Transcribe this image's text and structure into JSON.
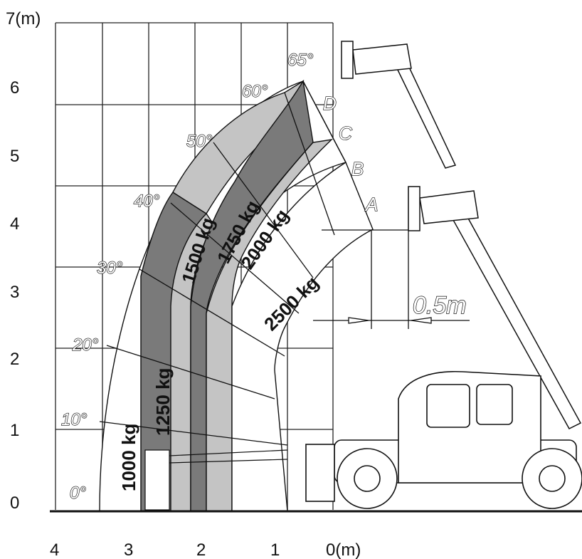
{
  "axes": {
    "y_ticks": [
      "0",
      "1",
      "2",
      "3",
      "4",
      "5",
      "6",
      "7(m)"
    ],
    "x_ticks": [
      "4",
      "3",
      "2",
      "1",
      "0(m)"
    ]
  },
  "angles": [
    "0°",
    "10°",
    "20°",
    "30°",
    "40°",
    "50°",
    "60°",
    "65°"
  ],
  "load_zones": [
    {
      "label": "1000 kg",
      "color": "#ffffff"
    },
    {
      "label": "1250 kg",
      "color": "#7a7a7a"
    },
    {
      "label": "1500 kg",
      "color": "#c4c4c4"
    },
    {
      "label": "1750 kg",
      "color": "#7a7a7a"
    },
    {
      "label": "2000 kg",
      "color": "#c4c4c4"
    },
    {
      "label": "2500 kg",
      "color": "#ffffff"
    }
  ],
  "boom_positions": [
    "A",
    "B",
    "C",
    "D"
  ],
  "dimension": {
    "label": "0.5m"
  }
}
